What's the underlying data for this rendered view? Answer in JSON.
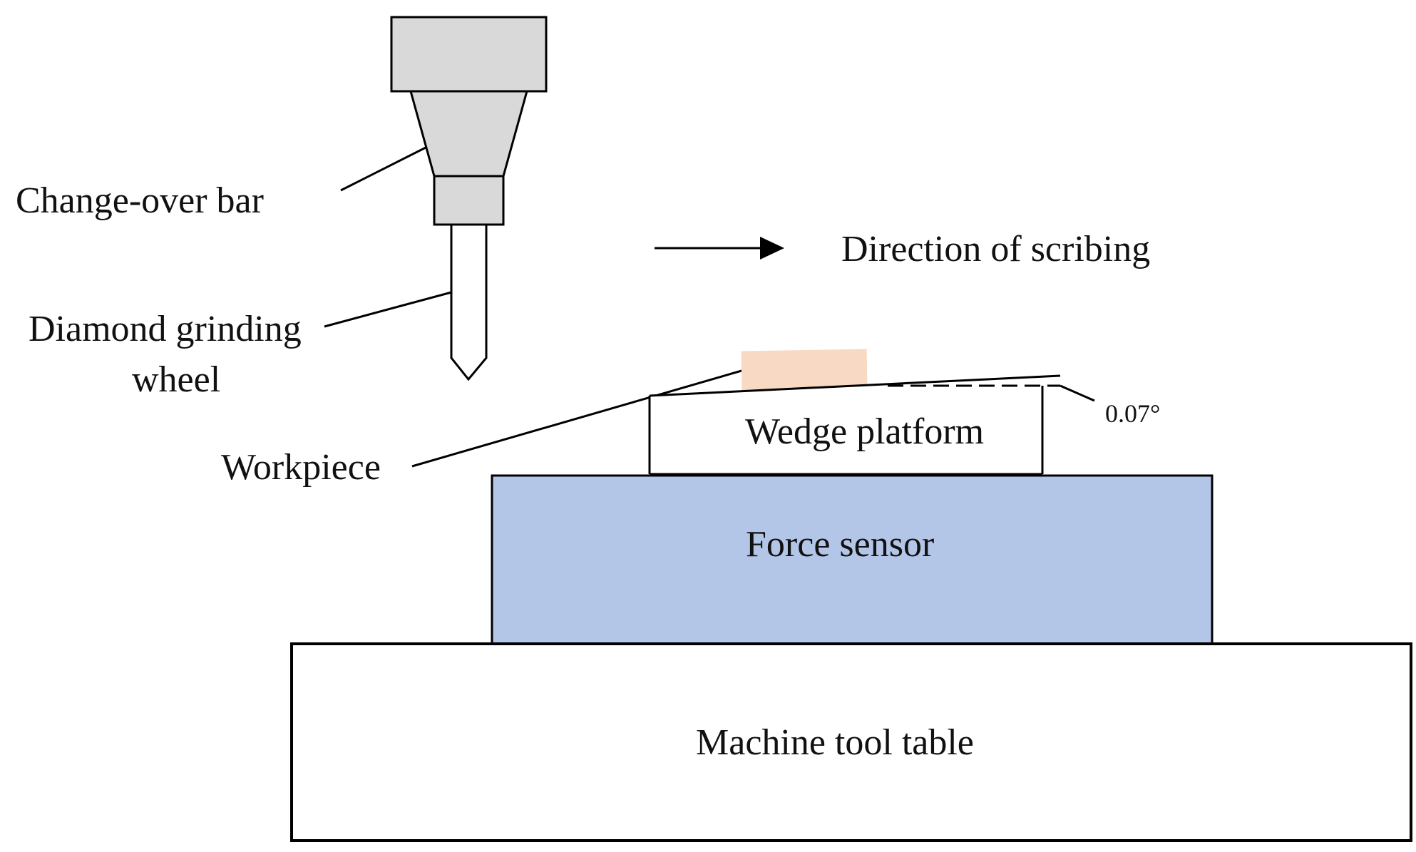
{
  "labels": {
    "change_over_bar": "Change-over bar",
    "diamond_wheel_line1": "Diamond grinding",
    "diamond_wheel_line2": "wheel",
    "direction": "Direction of scribing",
    "workpiece": "Workpiece",
    "wedge_platform": "Wedge platform",
    "angle": "0.07°",
    "force_sensor": "Force sensor",
    "machine_table": "Machine tool table"
  },
  "colors": {
    "spindle_fill": "#d9d9d9",
    "workpiece_fill": "#f8d9c4",
    "force_sensor_fill": "#b4c6e7",
    "stroke": "#000000",
    "background": "#ffffff"
  }
}
